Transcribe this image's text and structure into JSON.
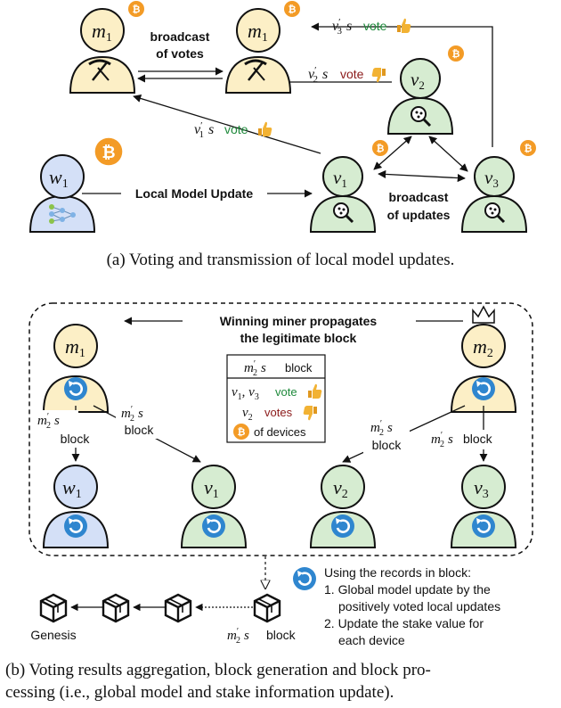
{
  "colors": {
    "miner": "#fcefc6",
    "worker": "#d4e0f7",
    "validator": "#d6ecd1",
    "coin": "#f39b26",
    "refresh": "#2f86cf",
    "vote_positive": "#1f8a3c",
    "vote_negative": "#8b1a1a",
    "thumb": "#f2b233"
  },
  "icons": {
    "miner": "pickaxe-icon",
    "worker": "neural-network-icon",
    "validator": "magnifier-icon",
    "stake": "bitcoin-coin-icon",
    "process": "refresh-icon",
    "winner": "crown-icon",
    "block": "cube-block-icon",
    "positive_vote": "thumbs-up-icon",
    "negative_vote": "thumbs-down-icon"
  },
  "panel_a": {
    "caption": "(a) Voting and transmission of local model updates.",
    "nodes": {
      "m1_left": {
        "base": "m",
        "sub": "1"
      },
      "m1_right": {
        "base": "m",
        "sub": "1"
      },
      "v2": {
        "base": "v",
        "sub": "2"
      },
      "w1": {
        "base": "w",
        "sub": "1"
      },
      "v1": {
        "base": "v",
        "sub": "1"
      },
      "v3": {
        "base": "v",
        "sub": "3"
      }
    },
    "labels": {
      "broadcast_votes_1": "broadcast",
      "broadcast_votes_2": "of votes",
      "broadcast_updates_1": "broadcast",
      "broadcast_updates_2": "of updates",
      "local_update": "Local Model Update"
    },
    "votes": {
      "v3": {
        "base": "v",
        "sub": "3",
        "sup": "′",
        "s": "s",
        "word": "vote"
      },
      "v2": {
        "base": "v",
        "sub": "2",
        "sup": "′",
        "s": "s",
        "word": "vote"
      },
      "v1": {
        "base": "v",
        "sub": "1",
        "sup": "′",
        "s": "s",
        "word": "vote"
      }
    }
  },
  "panel_b": {
    "caption_line1": "(b) Voting results aggregation, block generation and block pro-",
    "caption_line2": "cessing (i.e., global model and stake information update).",
    "propagate_line1": "Winning miner propagates",
    "propagate_line2": "the legitimate block",
    "nodes": {
      "m1": {
        "base": "m",
        "sub": "1"
      },
      "m2": {
        "base": "m",
        "sub": "2"
      },
      "w1": {
        "base": "w",
        "sub": "1"
      },
      "v1": {
        "base": "v",
        "sub": "1"
      },
      "v2": {
        "base": "v",
        "sub": "2"
      },
      "v3": {
        "base": "v",
        "sub": "3"
      }
    },
    "block_box": {
      "header_base": "m",
      "header_sub": "2",
      "header_sup": "′",
      "header_s": "s",
      "header_word": "block",
      "row1_a": "v",
      "row1_a_sub": "1",
      "row1_sep": ", ",
      "row1_b": "v",
      "row1_b_sub": "3",
      "row1_word": "vote",
      "row2_base": "v",
      "row2_sub": "2",
      "row2_word": "votes",
      "row3_text": "of devices"
    },
    "edge_label": {
      "base": "m",
      "sub": "2",
      "sup": "′",
      "s": "s",
      "word": "block"
    },
    "chain": {
      "genesis": "Genesis",
      "last_block_word": "block"
    },
    "notes": {
      "line1": "Using the records in block:",
      "line2": "1. Global model update by the",
      "line3": "positively voted local updates",
      "line4": "2. Update the stake value for",
      "line5": "each device"
    }
  }
}
